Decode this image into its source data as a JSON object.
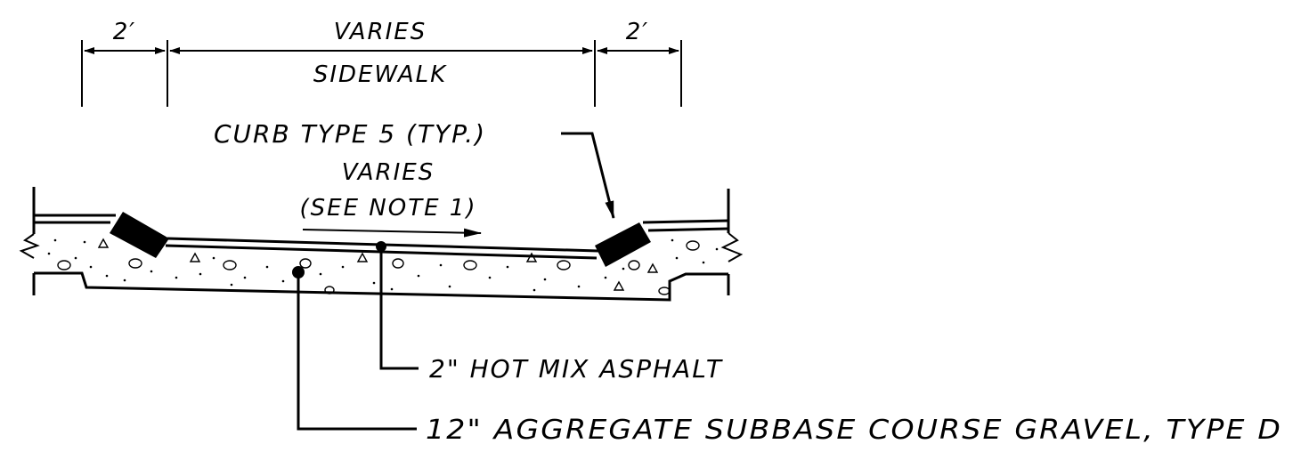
{
  "dimensions": {
    "left_width": "2′",
    "center_width": "VARIES",
    "center_label": "SIDEWALK",
    "right_width": "2′"
  },
  "callouts": {
    "curb": "CURB TYPE 5 (TYP.)",
    "slope_line1": "VARIES",
    "slope_line2": "(SEE NOTE 1)",
    "asphalt": "2\" HOT MIX ASPHALT",
    "subbase": "12\" AGGREGATE SUBBASE COURSE GRAVEL, TYPE D"
  }
}
